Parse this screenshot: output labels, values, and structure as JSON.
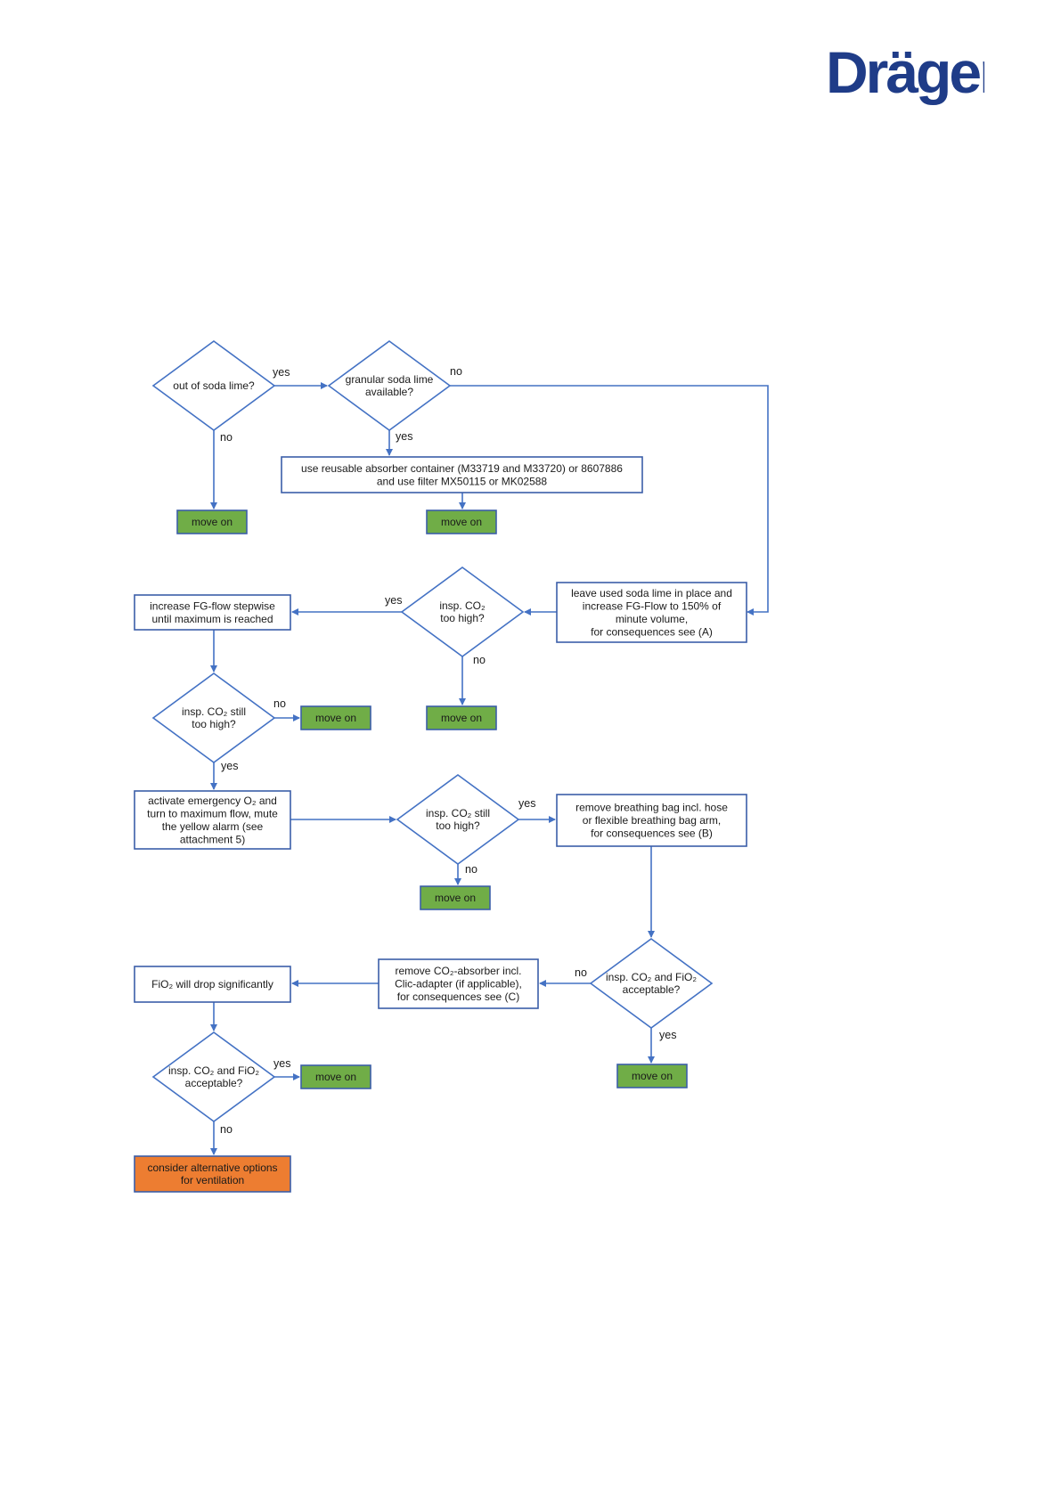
{
  "header": {
    "brand": "Dräger"
  },
  "colors": {
    "line": "#4472c4",
    "box_border": "#3b5ea8",
    "green": "#70ad47",
    "green_border": "#3b5ea8",
    "orange": "#ed7d31",
    "brand": "#1f3c88"
  },
  "flow": {
    "d_out_of_soda": [
      "out of soda lime?"
    ],
    "d_granular": [
      "granular soda lime",
      "available?"
    ],
    "b_reusable": [
      "use reusable absorber container (M33719 and M33720) or 8607886",
      "and use filter MX50115 or MK02588"
    ],
    "b_leave_soda": [
      "leave used soda lime in place and",
      "increase FG-Flow to 150% of",
      "minute volume,",
      "for consequences see (A)"
    ],
    "d_insp_co2": [
      "insp. CO₂",
      "too high?"
    ],
    "b_increase_fg": [
      "increase FG-flow stepwise",
      "until maximum is reached"
    ],
    "d_insp_co2_still_1": [
      "insp. CO₂ still",
      "too high?"
    ],
    "b_activate_o2": [
      "activate emergency O₂ and",
      "turn to maximum flow, mute",
      "the yellow alarm (see",
      "attachment 5)"
    ],
    "d_insp_co2_still_2": [
      "insp. CO₂ still",
      "too high?"
    ],
    "b_remove_bag": [
      "remove breathing bag incl. hose",
      "or flexible breathing bag arm,",
      "for consequences see (B)"
    ],
    "d_co2_fio2_1": [
      "insp. CO₂ and FiO₂",
      "acceptable?"
    ],
    "b_remove_absorber": [
      "remove CO₂-absorber incl.",
      "Clic-adapter (if applicable),",
      "for consequences see (C)"
    ],
    "b_fio2_drop": [
      "FiO₂ will drop significantly"
    ],
    "d_co2_fio2_2": [
      "insp. CO₂ and FiO₂",
      "acceptable?"
    ],
    "b_consider": [
      "consider alternative options",
      "for ventilation"
    ],
    "move_on": "move on",
    "yes": "yes",
    "no": "no"
  }
}
